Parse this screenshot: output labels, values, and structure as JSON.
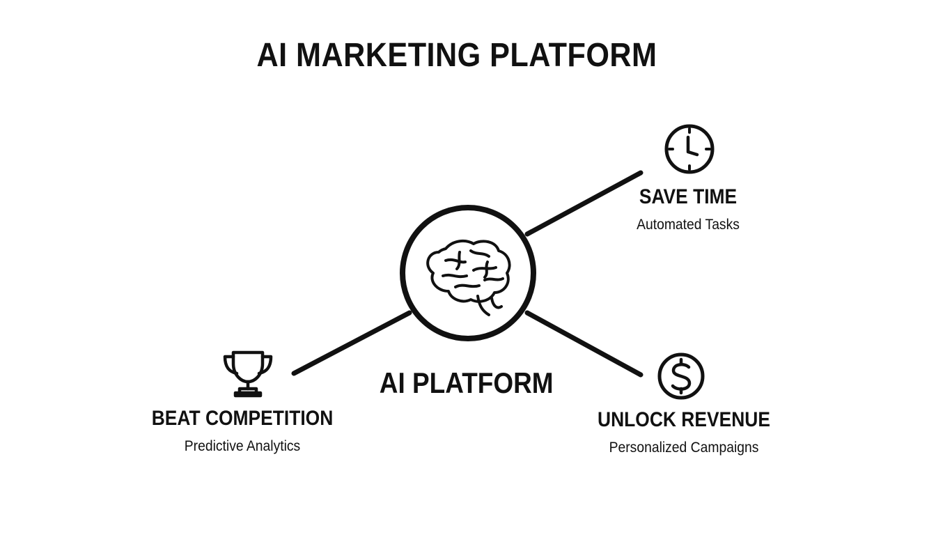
{
  "title": "AI MARKETING PLATFORM",
  "center": {
    "label": "AI PLATFORM",
    "icon": "brain-icon"
  },
  "nodes": [
    {
      "id": "save-time",
      "heading": "SAVE TIME",
      "subtitle": "Automated Tasks",
      "icon": "clock-icon"
    },
    {
      "id": "beat-competition",
      "heading": "BEAT COMPETITION",
      "subtitle": "Predictive Analytics",
      "icon": "trophy-icon"
    },
    {
      "id": "unlock-revenue",
      "heading": "UNLOCK REVENUE",
      "subtitle": "Personalized Campaigns",
      "icon": "dollar-icon"
    }
  ],
  "colors": {
    "stroke": "#111111",
    "background": "#ffffff"
  }
}
